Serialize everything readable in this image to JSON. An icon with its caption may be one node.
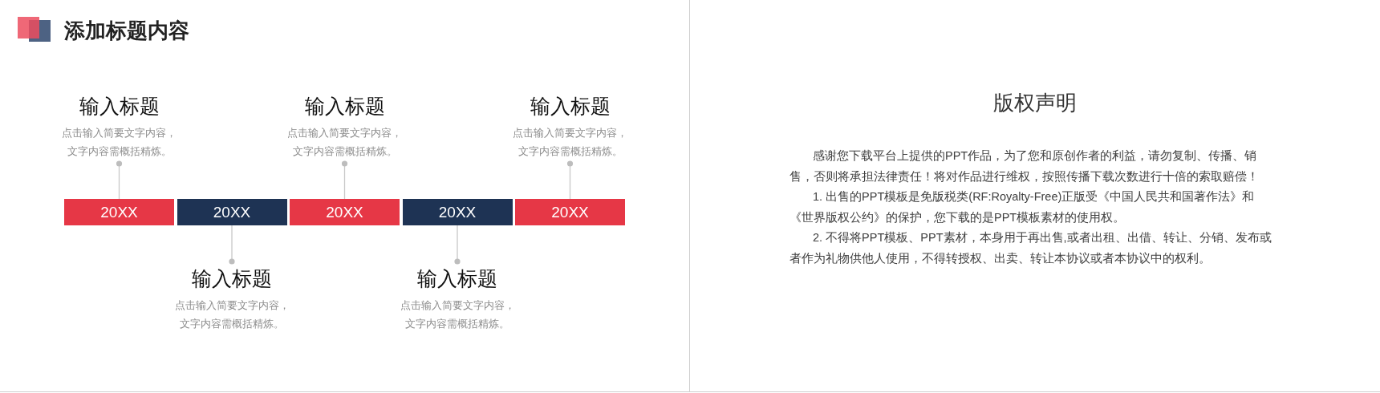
{
  "diagram": {
    "title": "添加标题内容",
    "nodes": [
      {
        "text": [
          "输入标题",
          "点击输入简要文字内容，文字内容需概括精炼。"
        ]
      },
      {
        "text": [
          "输入标题",
          "点击输入简要文字内容，文字内容需概括精炼。"
        ]
      },
      {
        "text": [
          "输入标题",
          "点击输入简要文字内容，文字内容需概括精炼。"
        ]
      },
      {
        "text": [
          "20XX"
        ]
      },
      {
        "text": [
          "20XX"
        ]
      },
      {
        "text": [
          "20XX"
        ]
      },
      {
        "text": [
          "20XX"
        ]
      },
      {
        "text": [
          "20XX"
        ]
      },
      {
        "text": [
          "输入标题",
          "点击输入简要文字内容，文字内容需概括精炼。"
        ]
      },
      {
        "text": [
          "输入标题",
          "点击输入简要文字内容，文字内容需概括精炼。"
        ]
      }
    ],
    "edges": [
      {
        "from": 0,
        "to": 3,
        "arrow": "other"
      },
      {
        "from": 1,
        "to": 5,
        "arrow": "other"
      },
      {
        "from": 2,
        "to": 7,
        "arrow": "other"
      },
      {
        "from": 8,
        "to": 4,
        "arrow": "other"
      },
      {
        "from": 9,
        "to": 6,
        "arrow": "other"
      }
    ],
    "labels": [
      "版权声明",
      "感谢您下载平台上提供的PPT作品，为了您和原创作者的利益，请勿复制、传播、销售，否则将承担法律责任！将对作品进行维权，按照传播下载次数进行十倍的索取赔偿！",
      "1. 出售的PPT模板是免版税类(RF:Royalty-Free)正版受《中国人民共和国著作法》和《世界版权公约》的保护，您下载的是PPT模板素材的使用权。",
      "2. 不得将PPT模板、PPT素材，本身用于再出售,或者出租、出借、转让、分销、发布或者作为礼物供他人使用，不得转授权、出卖、转让本协议或者本协议中的权利。"
    ]
  }
}
